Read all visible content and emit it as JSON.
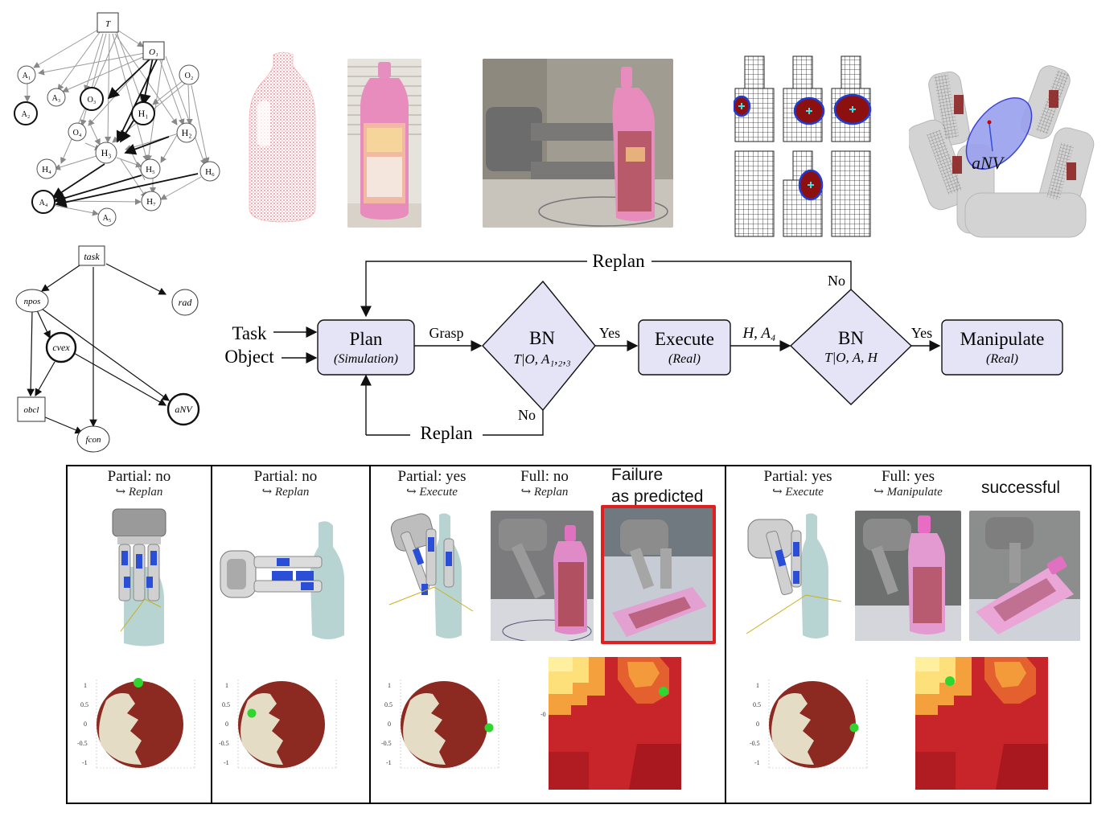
{
  "bn_top": {
    "nodes": [
      {
        "id": "T",
        "label": "T",
        "shape": "rect"
      },
      {
        "id": "O1",
        "label": "O₁",
        "shape": "rect"
      },
      {
        "id": "A1",
        "label": "A₁"
      },
      {
        "id": "A2",
        "label": "A₂",
        "bold": true
      },
      {
        "id": "A3",
        "label": "A₃"
      },
      {
        "id": "O3",
        "label": "O₃",
        "bold": true
      },
      {
        "id": "H1",
        "label": "H₁",
        "bold": true
      },
      {
        "id": "O2",
        "label": "O₂"
      },
      {
        "id": "O4",
        "label": "O₄"
      },
      {
        "id": "H3",
        "label": "H₃"
      },
      {
        "id": "H2",
        "label": "H₂"
      },
      {
        "id": "H4",
        "label": "H₄"
      },
      {
        "id": "H5",
        "label": "H₅"
      },
      {
        "id": "H6",
        "label": "H₆"
      },
      {
        "id": "A4",
        "label": "A₄",
        "bold": true
      },
      {
        "id": "H7",
        "label": "H₇"
      },
      {
        "id": "A5",
        "label": "A₅"
      }
    ]
  },
  "bn_bottom": {
    "nodes": [
      {
        "id": "task",
        "label": "task",
        "shape": "rect"
      },
      {
        "id": "npos",
        "label": "npos"
      },
      {
        "id": "rad",
        "label": "rad"
      },
      {
        "id": "cvex",
        "label": "cvex",
        "bold": true
      },
      {
        "id": "obcl",
        "label": "obcl",
        "shape": "rect"
      },
      {
        "id": "aNV",
        "label": "aNV",
        "bold": true
      },
      {
        "id": "fcon",
        "label": "fcon"
      }
    ]
  },
  "anv_label": "aNV",
  "flow": {
    "inputs": [
      "Task",
      "Object"
    ],
    "plan": {
      "title": "Plan",
      "sub": "(Simulation)"
    },
    "grasp": "Grasp",
    "bn1": {
      "title": "BN",
      "sub": "T|O, A₁,₂,₃"
    },
    "yes1": "Yes",
    "no1": "No",
    "replan_bottom": "Replan",
    "execute": {
      "title": "Execute",
      "sub": "(Real)"
    },
    "edge_ha": "H, A₄",
    "bn2": {
      "title": "BN",
      "sub": "T|O, A, H"
    },
    "yes2": "Yes",
    "no2": "No",
    "replan_top": "Replan",
    "manipulate": {
      "title": "Manipulate",
      "sub": "(Real)"
    }
  },
  "results": [
    {
      "title": "Partial: no",
      "action": "↪ Replan"
    },
    {
      "title": "Partial: no",
      "action": "↪ Replan"
    },
    {
      "title": "Partial: yes",
      "action": "↪ Execute"
    },
    {
      "title": "Full: no",
      "action": "↪ Replan"
    },
    {
      "title": "Partial: yes",
      "action": "↪ Execute"
    },
    {
      "title": "Full: yes",
      "action": "↪ Manipulate"
    }
  ],
  "failure_note": [
    "Failure",
    "as predicted"
  ],
  "success_note": "successful",
  "colors": {
    "flow_fill": "#e4e4f6",
    "pointcloud": "#ee6e78",
    "bottle_pink": "#e88bbd",
    "bottle_grey": "#b8d4d2",
    "gripper_blue": "#2a4fd6",
    "failure_border": "#e02020",
    "contact_green": "#2fd62f",
    "heat_yellow": "#fff0a0",
    "heat_red": "#c8252a",
    "sphere_red": "#8c2a22",
    "sphere_beige": "#e4dcc4",
    "grid_red": "#8c1010",
    "grid_ring": "#1e3cd8",
    "grid_marker": "#44e0e0",
    "ellipse_fill": "#9aa0ee"
  }
}
